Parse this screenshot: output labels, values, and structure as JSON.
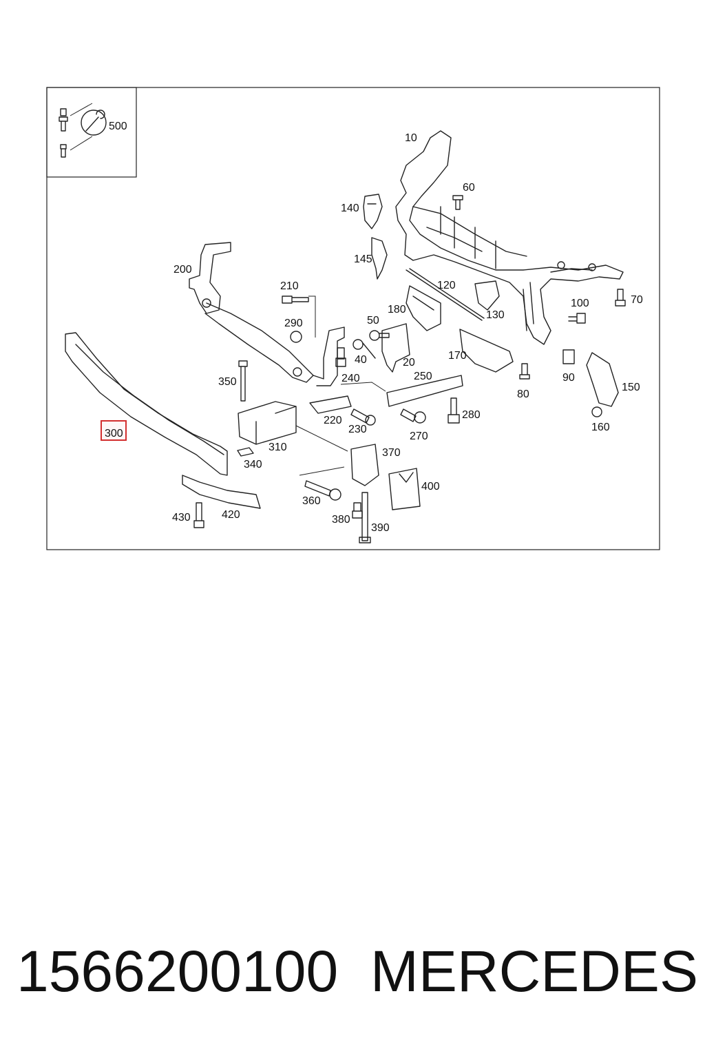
{
  "caption": {
    "part_number": "1566200100",
    "brand": "MERCEDES"
  },
  "highlight_color": "#d32f2f",
  "callouts": [
    {
      "id": "c500",
      "text": "500"
    },
    {
      "id": "c10",
      "text": "10"
    },
    {
      "id": "c60",
      "text": "60"
    },
    {
      "id": "c140",
      "text": "140"
    },
    {
      "id": "c145",
      "text": "145"
    },
    {
      "id": "c200",
      "text": "200"
    },
    {
      "id": "c210",
      "text": "210"
    },
    {
      "id": "c120",
      "text": "120"
    },
    {
      "id": "c130",
      "text": "130"
    },
    {
      "id": "c180",
      "text": "180"
    },
    {
      "id": "c100",
      "text": "100"
    },
    {
      "id": "c70",
      "text": "70"
    },
    {
      "id": "c290",
      "text": "290"
    },
    {
      "id": "c50",
      "text": "50"
    },
    {
      "id": "c40",
      "text": "40"
    },
    {
      "id": "c20",
      "text": "20"
    },
    {
      "id": "c170",
      "text": "170"
    },
    {
      "id": "c90",
      "text": "90"
    },
    {
      "id": "c350",
      "text": "350"
    },
    {
      "id": "c240",
      "text": "240"
    },
    {
      "id": "c250",
      "text": "250"
    },
    {
      "id": "c80",
      "text": "80"
    },
    {
      "id": "c150",
      "text": "150"
    },
    {
      "id": "c220",
      "text": "220"
    },
    {
      "id": "c280",
      "text": "280"
    },
    {
      "id": "c300",
      "text": "300",
      "highlighted": true
    },
    {
      "id": "c230",
      "text": "230"
    },
    {
      "id": "c270",
      "text": "270"
    },
    {
      "id": "c160",
      "text": "160"
    },
    {
      "id": "c310",
      "text": "310"
    },
    {
      "id": "c370",
      "text": "370"
    },
    {
      "id": "c340",
      "text": "340"
    },
    {
      "id": "c400",
      "text": "400"
    },
    {
      "id": "c360",
      "text": "360"
    },
    {
      "id": "c430",
      "text": "430"
    },
    {
      "id": "c420",
      "text": "420"
    },
    {
      "id": "c380",
      "text": "380"
    },
    {
      "id": "c390",
      "text": "390"
    }
  ]
}
